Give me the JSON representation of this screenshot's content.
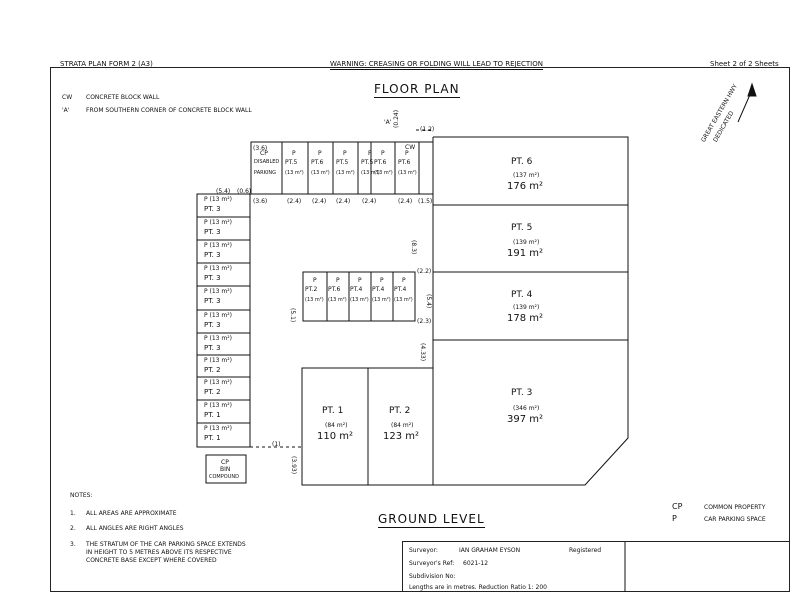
{
  "header": {
    "form_label": "STRATA PLAN FORM 2 (A3)",
    "warning": "WARNING: CREASING OR FOLDING WILL LEAD TO REJECTION",
    "sheet": "Sheet  2  of  2 Sheets"
  },
  "legend_top": {
    "cw_key": "CW",
    "cw_text": "CONCRETE BLOCK WALL",
    "a_key": "'A'",
    "a_text": "FROM SOUTHERN CORNER OF CONCRETE BLOCK WALL"
  },
  "titles": {
    "floor_plan": "FLOOR PLAN",
    "level": "GROUND LEVEL"
  },
  "units": {
    "pt6": {
      "label": "PT. 6",
      "sub": "(137 m²)",
      "area": "176  m²"
    },
    "pt5": {
      "label": "PT. 5",
      "sub": "(139 m²)",
      "area": "191  m²"
    },
    "pt4": {
      "label": "PT. 4",
      "sub": "(139 m²)",
      "area": "178  m²"
    },
    "pt3": {
      "label": "PT. 3",
      "sub": "(346 m²)",
      "area": "397  m²"
    },
    "pt1": {
      "label": "PT. 1",
      "sub": "(84 m²)",
      "area": "110  m²"
    },
    "pt2": {
      "label": "PT. 2",
      "sub": "(84 m²)",
      "area": "123  m²"
    }
  },
  "top_spaces": [
    {
      "top": "CP",
      "mid": "DISABLED",
      "bot": "PARKING"
    },
    {
      "top": "P",
      "mid": "PT.5",
      "bot": "(13 m²)"
    },
    {
      "top": "P",
      "mid": "PT.6",
      "bot": "(13 m²)"
    },
    {
      "top": "P",
      "mid": "PT.5",
      "bot": "(13 m²)"
    },
    {
      "top": "P",
      "mid": "PT.5",
      "bot": "(13 m²)"
    },
    {
      "top": "P",
      "mid": "PT.6",
      "bot": "(13 m²)"
    },
    {
      "top": "P",
      "mid": "PT.6",
      "bot": "(13 m²)"
    }
  ],
  "mid_spaces": [
    {
      "top": "P",
      "mid": "PT.2",
      "bot": "(13 m²)"
    },
    {
      "top": "P",
      "mid": "PT.6",
      "bot": "(13 m²)"
    },
    {
      "top": "P",
      "mid": "PT.4",
      "bot": "(13 m²)"
    },
    {
      "top": "P",
      "mid": "PT.4",
      "bot": "(13 m²)"
    },
    {
      "top": "P",
      "mid": "PT.4",
      "bot": "(13 m²)"
    }
  ],
  "left_spaces": [
    {
      "top": "P   (13 m²)",
      "mid": "PT. 3"
    },
    {
      "top": "P   (13 m²)",
      "mid": "PT. 3"
    },
    {
      "top": "P   (13 m²)",
      "mid": "PT. 3"
    },
    {
      "top": "P   (13 m²)",
      "mid": "PT. 3"
    },
    {
      "top": "P   (13 m²)",
      "mid": "PT. 3"
    },
    {
      "top": "P   (13 m²)",
      "mid": "PT. 3"
    },
    {
      "top": "P   (13 m²)",
      "mid": "PT. 3"
    },
    {
      "top": "P   (13 m²)",
      "mid": "PT. 2"
    },
    {
      "top": "P   (13 m²)",
      "mid": "PT. 2"
    },
    {
      "top": "P   (13 m²)",
      "mid": "PT. 1"
    },
    {
      "top": "P   (13 m²)",
      "mid": "PT. 1"
    }
  ],
  "bin": {
    "line1": "CP",
    "line2": "BIN",
    "line3": "COMPOUND"
  },
  "dims": {
    "d24": "(2.4)",
    "d54": "(5.4)",
    "d36": "(3.6)",
    "d06": "(0.6)",
    "d15": "(1.5)",
    "d51": "(5.1)",
    "d22": "(2.2)",
    "d23": "(2.3)",
    "d433": "(4.33)",
    "d83": "(8.3)",
    "d393": "(3.93)",
    "d12": "(1.2)",
    "d024": "(0.24)",
    "a_mark": "'A'",
    "cw_mark": "CW",
    "d1": "(1)"
  },
  "notes": {
    "heading": "NOTES:",
    "n1_num": "1.",
    "n1": "ALL AREAS ARE APPROXIMATE",
    "n2_num": "2.",
    "n2": "ALL ANGLES ARE RIGHT ANGLES",
    "n3_num": "3.",
    "n3a": "THE STRATUM OF THE CAR PARKING SPACE EXTENDS",
    "n3b": "IN HEIGHT TO 5 METRES ABOVE ITS RESPECTIVE",
    "n3c": "CONCRETE BASE EXCEPT WHERE COVERED"
  },
  "legend_bottom": {
    "cp_key": "CP",
    "cp_text": "COMMON PROPERTY",
    "p_key": "P",
    "p_text": "CAR PARKING SPACE"
  },
  "infobox": {
    "surveyor_label": "Surveyor:",
    "surveyor_value": "IAN GRAHAM EYSON",
    "registered": "Registered",
    "ref_label": "Surveyor's Ref:",
    "ref_value": "6021-12",
    "subdivision_label": "Subdivision No:",
    "lengths": "Lengths are in metres. Reduction Ratio 1: 200"
  },
  "road_text": {
    "line1": "GREAT EASTERN HWY",
    "line2": "DEDICATED"
  }
}
